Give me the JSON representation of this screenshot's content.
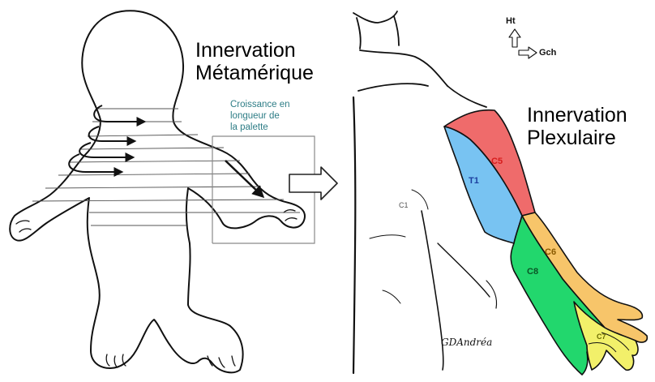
{
  "left_title": {
    "line1": "Innervation",
    "line2": "Métamérique"
  },
  "right_title": {
    "line1": "Innervation",
    "line2": "Plexulaire"
  },
  "growth_caption": {
    "line1": "Croissance en",
    "line2": "longueur de",
    "line3": "la palette"
  },
  "orientation": {
    "up": "Ht",
    "left": "Gch"
  },
  "dermatomes": [
    {
      "label": "C5",
      "color": "#ef6b6b",
      "label_color": "#d61c1c"
    },
    {
      "label": "T1",
      "color": "#78c3f2",
      "label_color": "#1d3f9f"
    },
    {
      "label": "C6",
      "color": "#f7c56a",
      "label_color": "#8a5a00"
    },
    {
      "label": "C8",
      "color": "#22d76d",
      "label_color": "#0a5526"
    },
    {
      "label": "C7",
      "color": "#f2f06a",
      "label_color": "#6a6a00"
    }
  ],
  "chest_mark": "C1",
  "signature": "GDAndréa"
}
